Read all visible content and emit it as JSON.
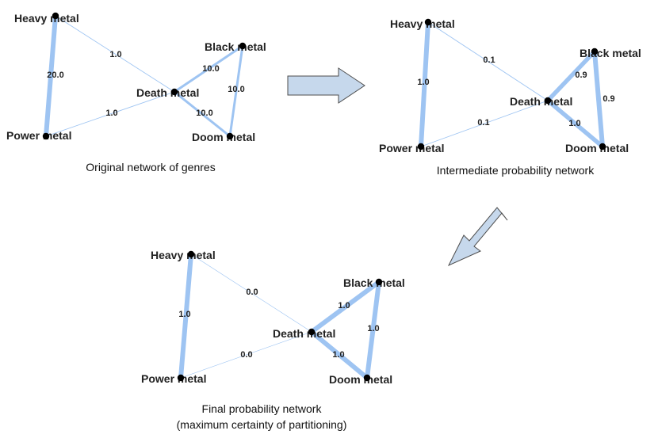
{
  "colors": {
    "edge": "#9ec4f2",
    "node": "#000000",
    "arrow_fill": "#c6d8ec",
    "arrow_stroke": "#4d4d4d",
    "text": "#222222"
  },
  "networks": [
    {
      "caption": [
        "Original network of genres"
      ],
      "nodes": [
        {
          "label": "Heavy metal"
        },
        {
          "label": "Power metal"
        },
        {
          "label": "Death metal"
        },
        {
          "label": "Black metal"
        },
        {
          "label": "Doom metal"
        }
      ],
      "edges": [
        {
          "source": 0,
          "target": 1,
          "weight": 20.0,
          "label": "20.0"
        },
        {
          "source": 0,
          "target": 2,
          "weight": 1.0,
          "label": "1.0"
        },
        {
          "source": 1,
          "target": 2,
          "weight": 1.0,
          "label": "1.0"
        },
        {
          "source": 2,
          "target": 3,
          "weight": 10.0,
          "label": "10.0"
        },
        {
          "source": 2,
          "target": 4,
          "weight": 10.0,
          "label": "10.0"
        },
        {
          "source": 3,
          "target": 4,
          "weight": 10.0,
          "label": "10.0"
        }
      ]
    },
    {
      "caption": [
        "Intermediate probability network"
      ],
      "nodes": [
        {
          "label": "Heavy metal"
        },
        {
          "label": "Power metal"
        },
        {
          "label": "Death metal"
        },
        {
          "label": "Black metal"
        },
        {
          "label": "Doom metal"
        }
      ],
      "edges": [
        {
          "source": 0,
          "target": 1,
          "weight": 1.0,
          "label": "1.0"
        },
        {
          "source": 0,
          "target": 2,
          "weight": 0.1,
          "label": "0.1"
        },
        {
          "source": 1,
          "target": 2,
          "weight": 0.1,
          "label": "0.1"
        },
        {
          "source": 2,
          "target": 3,
          "weight": 0.9,
          "label": "0.9"
        },
        {
          "source": 2,
          "target": 4,
          "weight": 0.9,
          "label": "0.9"
        },
        {
          "source": 3,
          "target": 4,
          "weight": 1.0,
          "label": "1.0"
        }
      ]
    },
    {
      "caption": [
        "Final probability network",
        "(maximum certainty of partitioning)"
      ],
      "nodes": [
        {
          "label": "Heavy metal"
        },
        {
          "label": "Power metal"
        },
        {
          "label": "Death metal"
        },
        {
          "label": "Black metal"
        },
        {
          "label": "Doom metal"
        }
      ],
      "edges": [
        {
          "source": 0,
          "target": 1,
          "weight": 1.0,
          "label": "1.0"
        },
        {
          "source": 0,
          "target": 2,
          "weight": 0.0,
          "label": "0.0"
        },
        {
          "source": 1,
          "target": 2,
          "weight": 0.0,
          "label": "0.0"
        },
        {
          "source": 2,
          "target": 3,
          "weight": 1.0,
          "label": "1.0"
        },
        {
          "source": 2,
          "target": 4,
          "weight": 1.0,
          "label": "1.0"
        },
        {
          "source": 3,
          "target": 4,
          "weight": 1.0,
          "label": "1.0"
        }
      ]
    }
  ]
}
